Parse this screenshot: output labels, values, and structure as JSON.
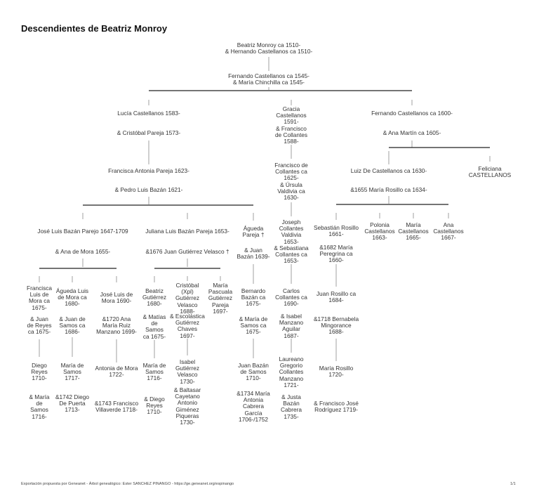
{
  "title": "Descendientes de Beatriz Monroy",
  "nodes": [
    "Beatriz Monroy ca 1510-\n& Hernando Castellanos ca 1510-",
    "Fernando Castellanos ca 1545-\n& María Chinchilla ca 1545-",
    "Lucía Castellanos 1583-",
    "& Cristóbal Pareja 1573-",
    "Gracia\nCastellanos\n1591-\n& Francisco\nde Collantes\n1588-",
    "Fernando Castellanos ca 1600-",
    "& Ana Martín ca 1605-",
    "Francisca Antonia Pareja 1623-",
    "& Pedro Luis Bazán 1621-",
    "Francisco de\nCollantes ca\n1625-\n& Úrsula\nValdivia ca\n1630-",
    "Luiz De Castellanos ca 1630-",
    "&1655 María Rosillo ca 1634-",
    "Feliciana\nCASTELLANOS",
    "José Luis Bazán Parejo 1647-1709",
    "& Ana de Mora 1655-",
    "Juliana Luis Bazán Pareja 1653-",
    "&1676 Juan Gutiérrez Velasco †",
    "Águeda\nPareja †",
    "& Juan\nBazán 1639-",
    "Joseph\nCollantes\nValdivia\n1653-\n& Sebastiana\nCollantes ca\n1653-",
    "Sebastián Rosillo\n1661-",
    "&1682 María\nPeregrina ca\n1660-",
    "Polonia\nCastellanos\n1663-",
    "María\nCastellanos\n1665-",
    "Ana\nCastellanos\n1667-",
    "Francisca\nLuis de\nMora ca\n1675-",
    "& Juan\nde Reyes\nca 1675-",
    "Águeda Luis\nde Mora ca\n1680-",
    "& Juan de\nSamos ca\n1686-",
    "José Luis de\nMora 1690-",
    "&1720 Ana\nMaría Ruiz\nManzano 1699-",
    "Beatriz\nGutiérrez\n1680-",
    "& Matías\nde\nSamos\nca 1675-",
    "Cristóbal\n(Xpl)\nGutiérrez\nVelasco\n1688-",
    "& Escolástica\nGutiérrez\nChaves\n1697-",
    "María\nPascuala\nGutiérrez\nPareja\n1697-",
    "Bernardo\nBazán ca\n1675-",
    "& María de\nSamos ca\n1675-",
    "Carlos\nCollantes ca\n1690-",
    "& Isabel\nManzano\nAguilar\n1687-",
    "Juan Rosillo ca\n1684-",
    "&1718 Bernabela\nMingorance\n1688-",
    "Diego\nReyes\n1710-",
    "& María\nde\nSamos\n1716-",
    "María de\nSamos\n1717-",
    "&1742 Diego\nDe Puerta\n1713-",
    "Antonia de Mora\n1722-",
    "&1743 Francisco\nVillaverde 1718-",
    "María de\nSamos\n1716-",
    "& Diego\nReyes\n1710-",
    "Isabel\nGutiérrez\nVelasco\n1730-",
    "& Baltasar\nCayetano\nAntonio\nGiménez\nPiqueras\n1730-",
    "Juan Bazán\nde Samos\n1710-",
    "&1734 María\nAntonia\nCabrera\nGarcía\n1706-/1752",
    "Laureano\nGregorio\nCollantes\nManzano\n1721-",
    "& Justa\nBazán\nCabrera\n1735-",
    "María Rosillo\n1720-",
    "& Francisco José\nRodríguez 1719-"
  ],
  "footer": {
    "left": "Exportación propuesta por  Geneanet - Árbol genealógico: Ester SANCHEZ PINANGO - https://ge.geneanet.org/espinango",
    "right": "1/1"
  }
}
